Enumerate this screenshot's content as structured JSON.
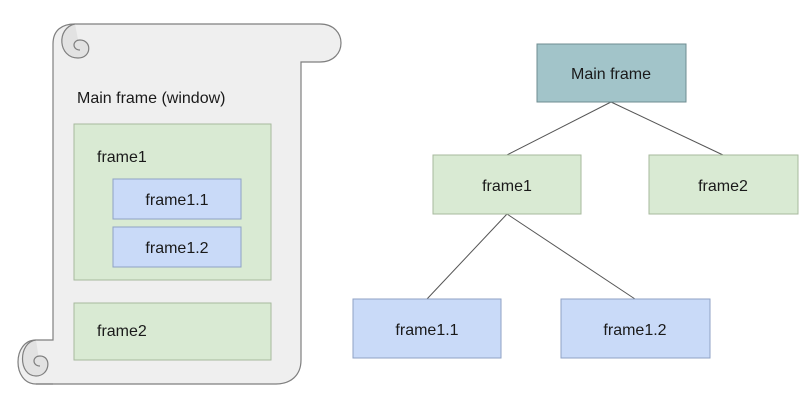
{
  "colors": {
    "scroll_fill": "#efefef",
    "scroll_stroke": "#7f7f7f",
    "green_fill": "#d9ead3",
    "green_stroke": "#a7b99e",
    "blue_fill": "#c9daf8",
    "blue_stroke": "#8fa2c4",
    "teal_fill": "#a2c4c9",
    "teal_stroke": "#6f8d91",
    "edge": "#555555"
  },
  "window_diagram": {
    "title": "Main frame (window)",
    "frame1": {
      "label": "frame1",
      "children": [
        {
          "label": "frame1.1"
        },
        {
          "label": "frame1.2"
        }
      ]
    },
    "frame2": {
      "label": "frame2"
    }
  },
  "tree": {
    "root": {
      "label": "Main frame"
    },
    "level1": [
      {
        "label": "frame1"
      },
      {
        "label": "frame2"
      }
    ],
    "level2": [
      {
        "label": "frame1.1"
      },
      {
        "label": "frame1.2"
      }
    ]
  }
}
